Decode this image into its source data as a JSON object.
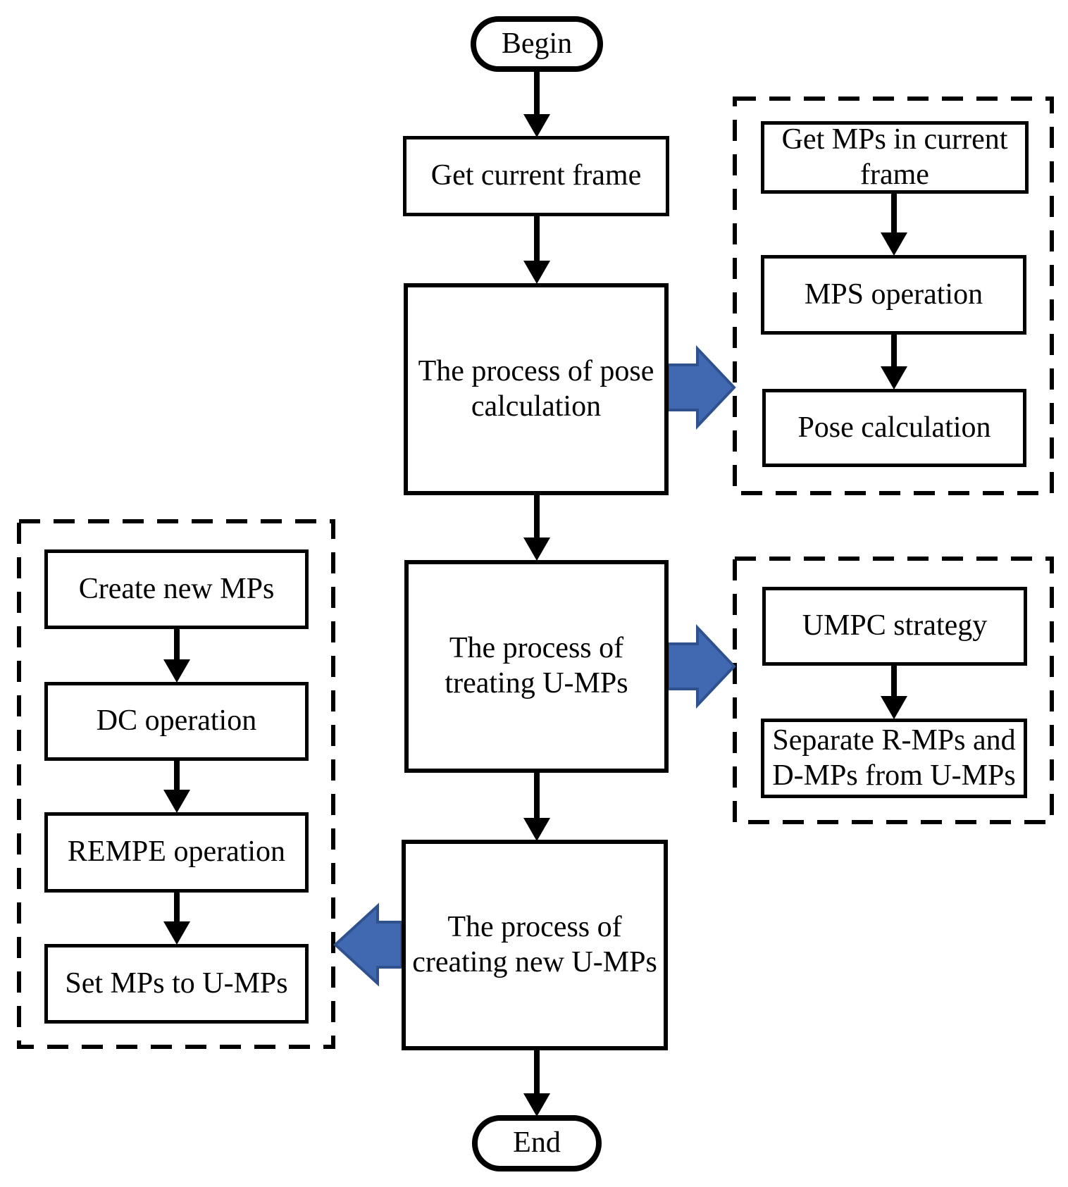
{
  "colors": {
    "background": "#ffffff",
    "line": "#000000",
    "block_arrow_fill": "#4169b1",
    "block_arrow_border": "#2f528f"
  },
  "flow": {
    "begin": "Begin",
    "get_current_frame": "Get current frame",
    "pose_process": "The process of pose\ncalculation",
    "treat_process": "The process of\ntreating U-MPs",
    "create_process": "The process of\ncreating new U-MPs",
    "end": "End"
  },
  "pose_detail_group": {
    "get_mps": "Get MPs in current\nframe",
    "mps_operation": "MPS operation",
    "pose_calculation": "Pose calculation"
  },
  "treat_detail_group": {
    "umpc_strategy": "UMPC strategy",
    "separate_mps": "Separate R-MPs and\nD-MPs from U-MPs"
  },
  "create_detail_group": {
    "create_new_mps": "Create new MPs",
    "dc_operation": "DC operation",
    "rempe_operation": "REMPE operation",
    "set_mps_to_umps": "Set MPs to U-MPs"
  }
}
